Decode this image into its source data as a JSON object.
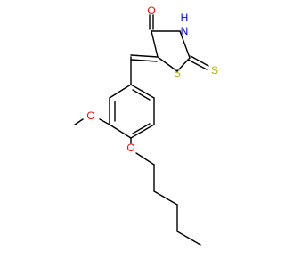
{
  "colors": {
    "bond": "#000000",
    "oxygen": "#ff0000",
    "nitrogen": "#0000ff",
    "sulfur": "#b2b200",
    "background": "#ffffff"
  },
  "atoms": {
    "ketone_oxygen": {
      "text": "O",
      "element": "O"
    },
    "ring_nh": {
      "text": "H",
      "element": "N"
    },
    "ring_n": {
      "text": "N",
      "element": "N"
    },
    "ring_sulfur": {
      "text": "S",
      "element": "S"
    },
    "thione_sulfur": {
      "text": "S",
      "element": "S"
    },
    "methoxy_oxygen": {
      "text": "O",
      "element": "O"
    },
    "ether_oxygen": {
      "text": "O",
      "element": "O"
    }
  }
}
